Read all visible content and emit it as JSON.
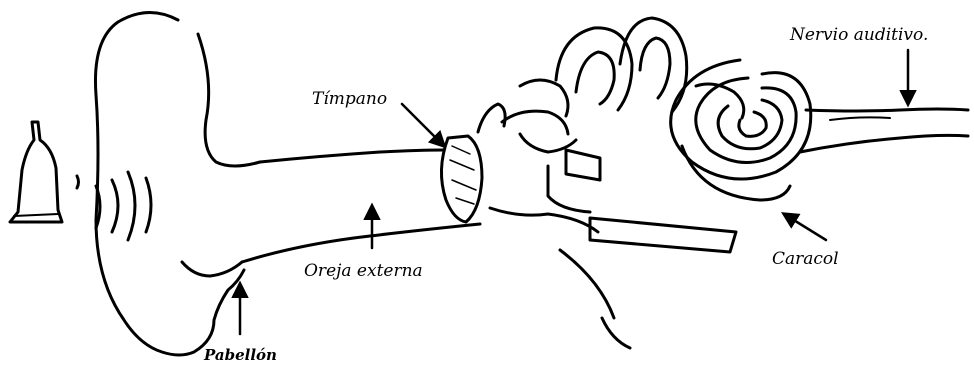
{
  "labels": {
    "nervio": "Nervio auditivo.",
    "timpano": "Tímpano",
    "oreja": "Oreja externa",
    "caracol": "Caracol",
    "pabellon": "Pabellón"
  },
  "colors": {
    "ink": "#000000",
    "paper": "#ffffff"
  },
  "icons": [
    "bell-icon",
    "sound-waves-icon"
  ]
}
